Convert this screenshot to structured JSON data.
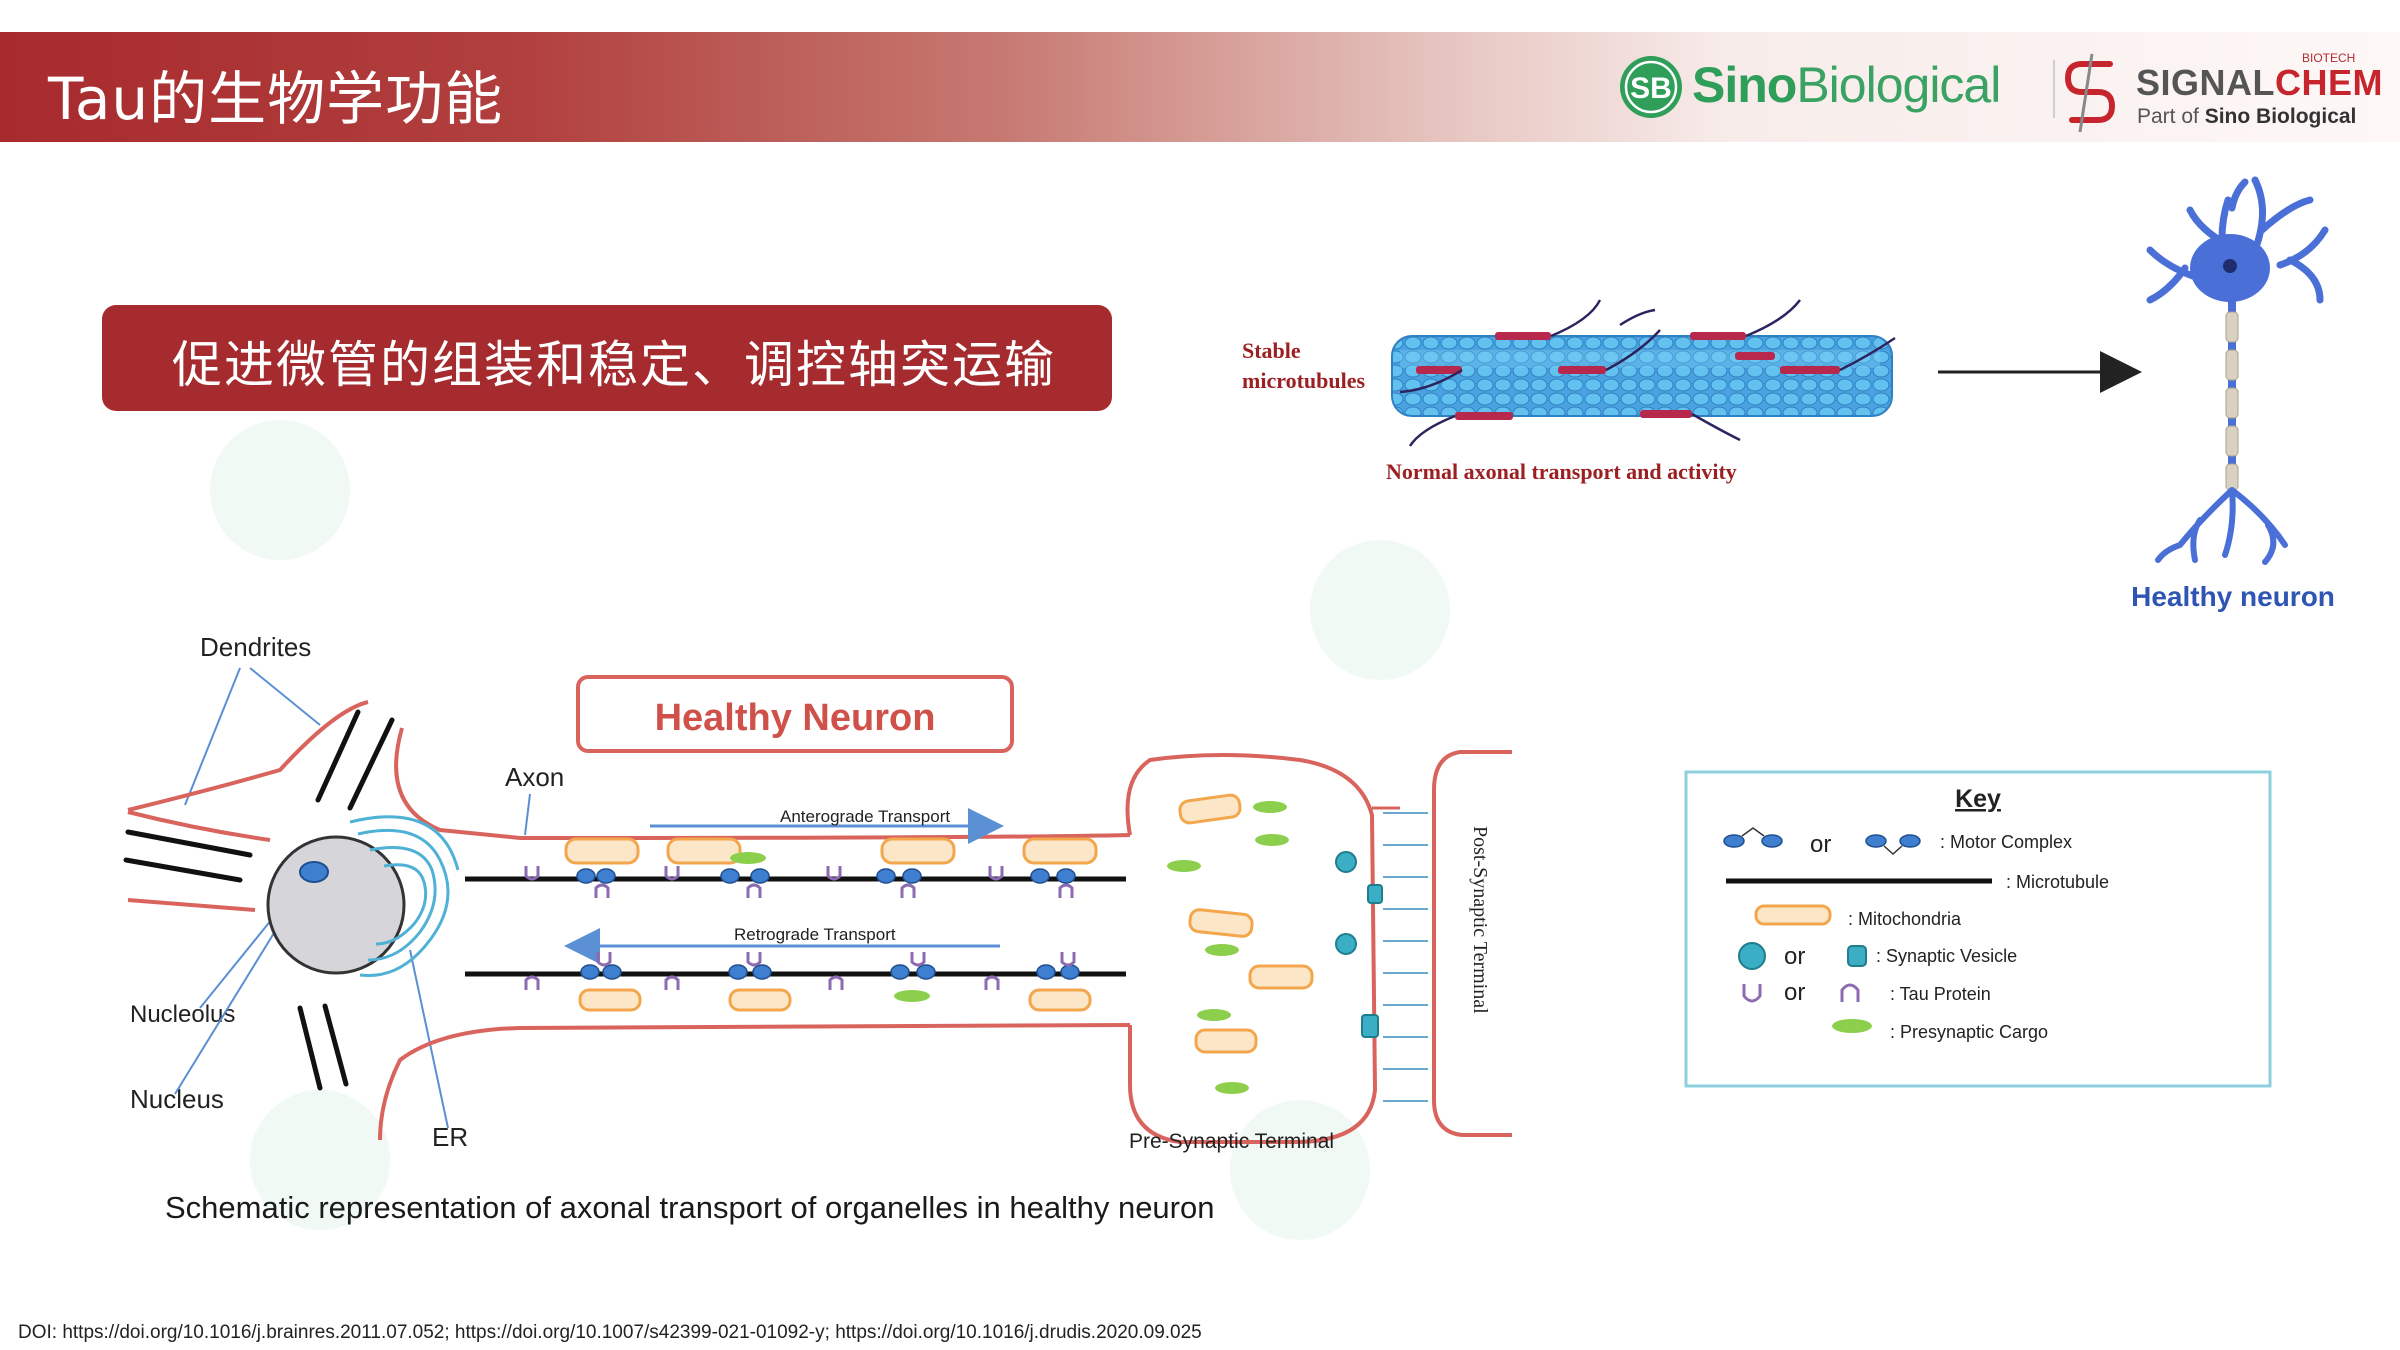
{
  "header": {
    "title": "Tau的生物学功能",
    "logo_sino": {
      "mark": "SB",
      "text_bold": "Sino",
      "text_light": "Biological"
    },
    "logo_signalchem": {
      "tag": "BIOTECH",
      "name_part1": "SIGNAL",
      "name_part2": "CHEM",
      "sub_prefix": "Part of",
      "sub_brand": "Sino Biological"
    }
  },
  "banner": {
    "text": "促进微管的组装和稳定、调控轴突运输"
  },
  "top_figure": {
    "stable_label_line1": "Stable",
    "stable_label_line2": "microtubules",
    "transport_label": "Normal axonal transport and activity",
    "neuron_label": "Healthy neuron"
  },
  "neuron_figure": {
    "title": "Healthy Neuron",
    "dendrites": "Dendrites",
    "axon": "Axon",
    "nucleolus": "Nucleolus",
    "nucleus": "Nucleus",
    "er": "ER",
    "anterograde": "Anterograde Transport",
    "retrograde": "Retrograde Transport",
    "pre_synaptic": "Pre-Synaptic Terminal",
    "post_synaptic": "Post-Synaptic Terminal"
  },
  "key": {
    "title": "Key",
    "or": "or",
    "motor_complex": ": Motor Complex",
    "microtubule": ": Microtubule",
    "mitochondria": ": Mitochondria",
    "synaptic_vesicle": ": Synaptic Vesicle",
    "tau_protein": ": Tau Protein",
    "presynaptic_cargo": ": Presynaptic Cargo"
  },
  "caption": "Schematic representation of axonal transport of organelles in healthy neuron",
  "doi": "DOI: https://doi.org/10.1016/j.brainres.2011.07.052; https://doi.org/10.1007/s42399-021-01092-y; https://doi.org/10.1016/j.drudis.2020.09.025",
  "colors": {
    "brand_red": "#a52b2e",
    "sino_green": "#2e9e59",
    "neuron_outline": "#d9645e",
    "neuron_blue": "#4a6fd6",
    "mito_orange": "#f3b66b",
    "vesicle_teal": "#3aaec4",
    "tau_purple": "#8c6bb1",
    "cargo_green": "#8ccf4d"
  }
}
